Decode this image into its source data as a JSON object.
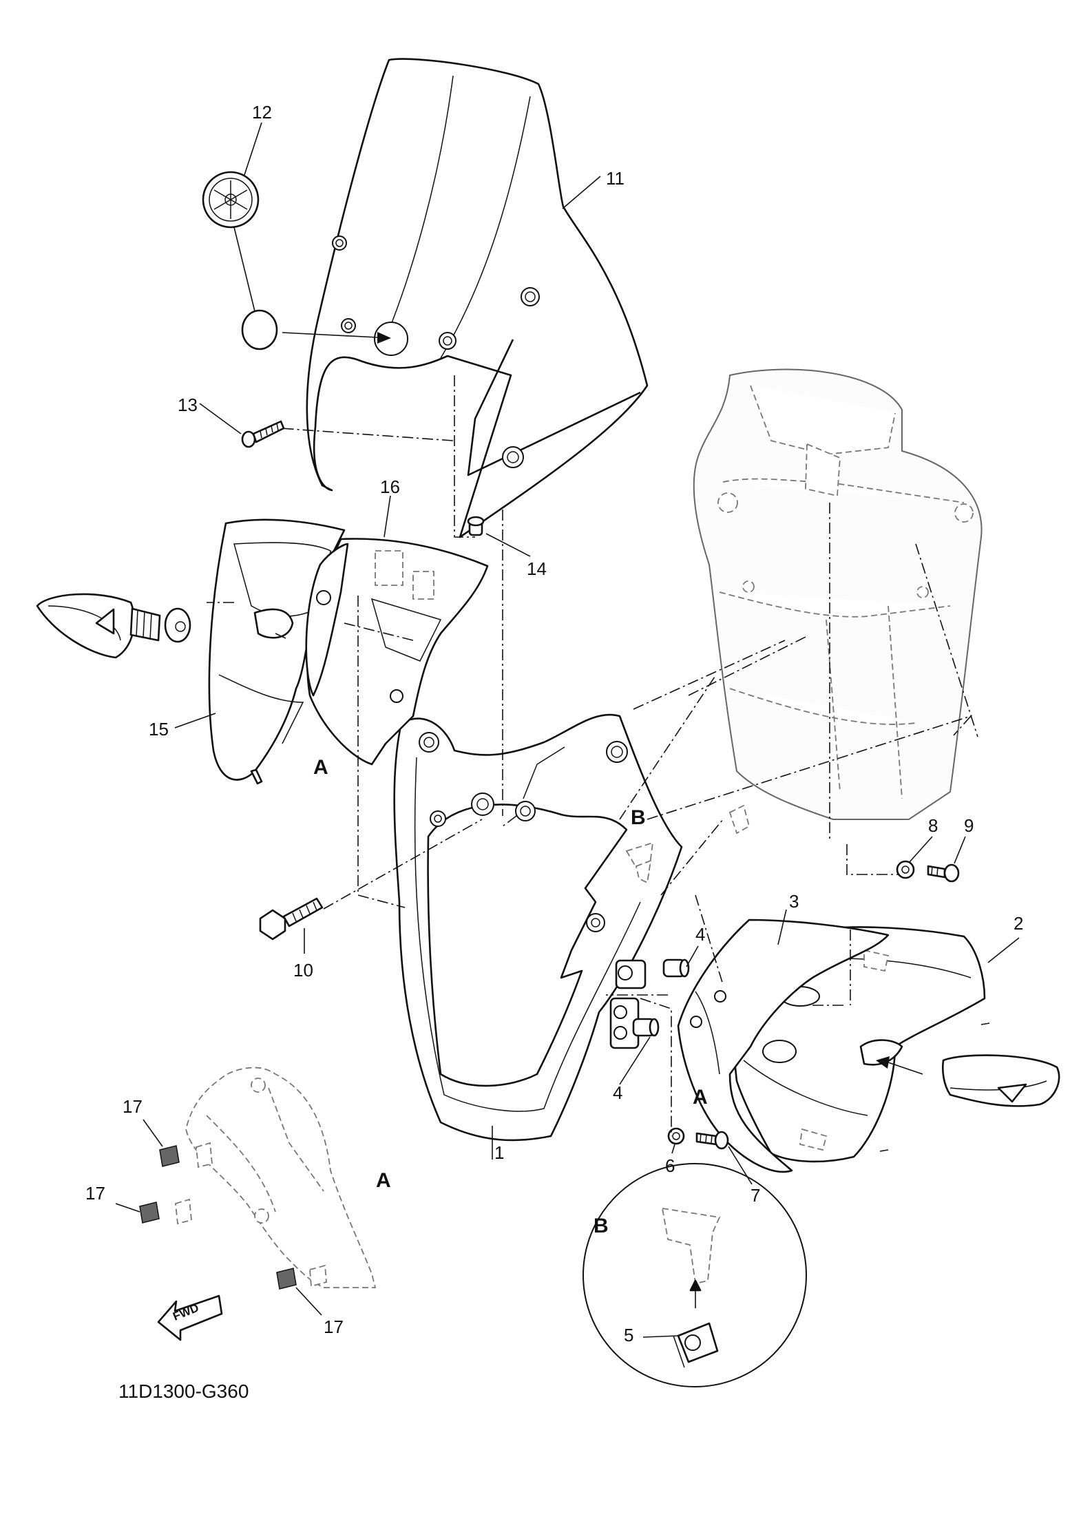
{
  "diagram": {
    "drawing_code": "11D1300-G360",
    "direction_marker": "FWD",
    "view_labels": {
      "a_upper": "A",
      "b_main": "B",
      "a_right": "A",
      "a_lower": "A",
      "b_detail": "B"
    },
    "callouts": [
      {
        "id": "1",
        "text": "1"
      },
      {
        "id": "2",
        "text": "2"
      },
      {
        "id": "3",
        "text": "3"
      },
      {
        "id": "4a",
        "text": "4"
      },
      {
        "id": "4b",
        "text": "4"
      },
      {
        "id": "5",
        "text": "5"
      },
      {
        "id": "6",
        "text": "6"
      },
      {
        "id": "7",
        "text": "7"
      },
      {
        "id": "8",
        "text": "8"
      },
      {
        "id": "9",
        "text": "9"
      },
      {
        "id": "10",
        "text": "10"
      },
      {
        "id": "11",
        "text": "11"
      },
      {
        "id": "12",
        "text": "12"
      },
      {
        "id": "13",
        "text": "13"
      },
      {
        "id": "14",
        "text": "14"
      },
      {
        "id": "15",
        "text": "15"
      },
      {
        "id": "16",
        "text": "16"
      },
      {
        "id": "17a",
        "text": "17"
      },
      {
        "id": "17b",
        "text": "17"
      },
      {
        "id": "17c",
        "text": "17"
      }
    ]
  }
}
